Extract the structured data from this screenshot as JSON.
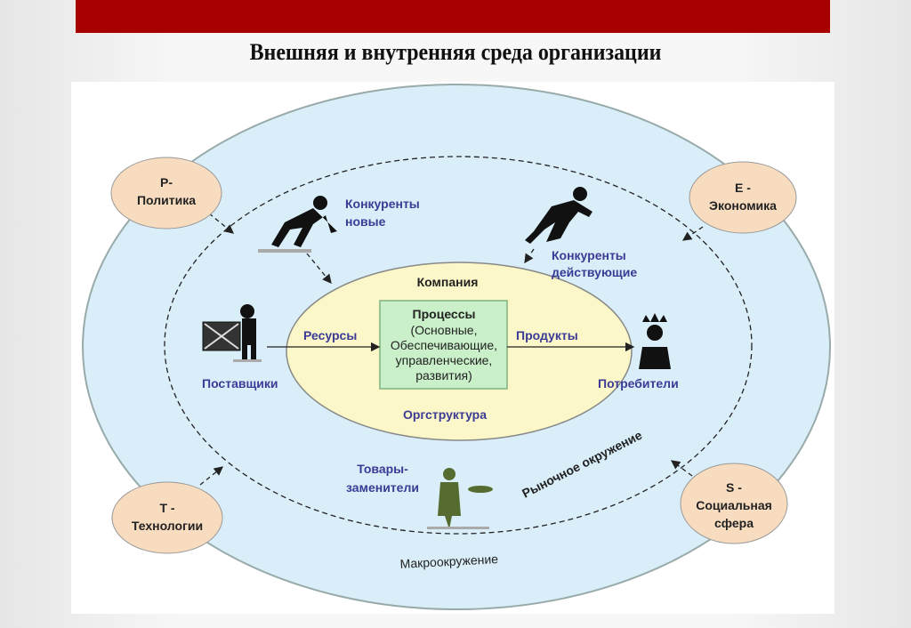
{
  "header": {
    "title": "Внешняя и внутренняя среда организации"
  },
  "colors": {
    "bar": "#a80000",
    "outer": "#d9eef8",
    "company": "#fbf7c8",
    "process": "#c9f0c9",
    "factor": "#f8dcc0",
    "label": "#3b3b96"
  },
  "diagram": {
    "macro_label": "Макроокружение",
    "market_label": "Рыночное окружение",
    "company": "Компания",
    "processes_title": "Процессы",
    "processes_lines": [
      "(Основные,",
      "Обеспечивающие,",
      "управленческие,",
      "развития)"
    ],
    "resources": "Ресурсы",
    "products": "Продукты",
    "orgstructure": "Оргструктура",
    "suppliers": "Поставщики",
    "consumers": "Потребители",
    "new_competitors": [
      "Конкуренты",
      "новые"
    ],
    "current_competitors": [
      "Конкуренты",
      "действующие"
    ],
    "substitutes": [
      "Товары-",
      "заменители"
    ],
    "factors": {
      "p": [
        "Р-",
        "Политика"
      ],
      "e": [
        "Е -",
        "Экономика"
      ],
      "t": [
        "Т -",
        "Технологии"
      ],
      "s": [
        "S -",
        "Социальная",
        "сфера"
      ]
    }
  }
}
